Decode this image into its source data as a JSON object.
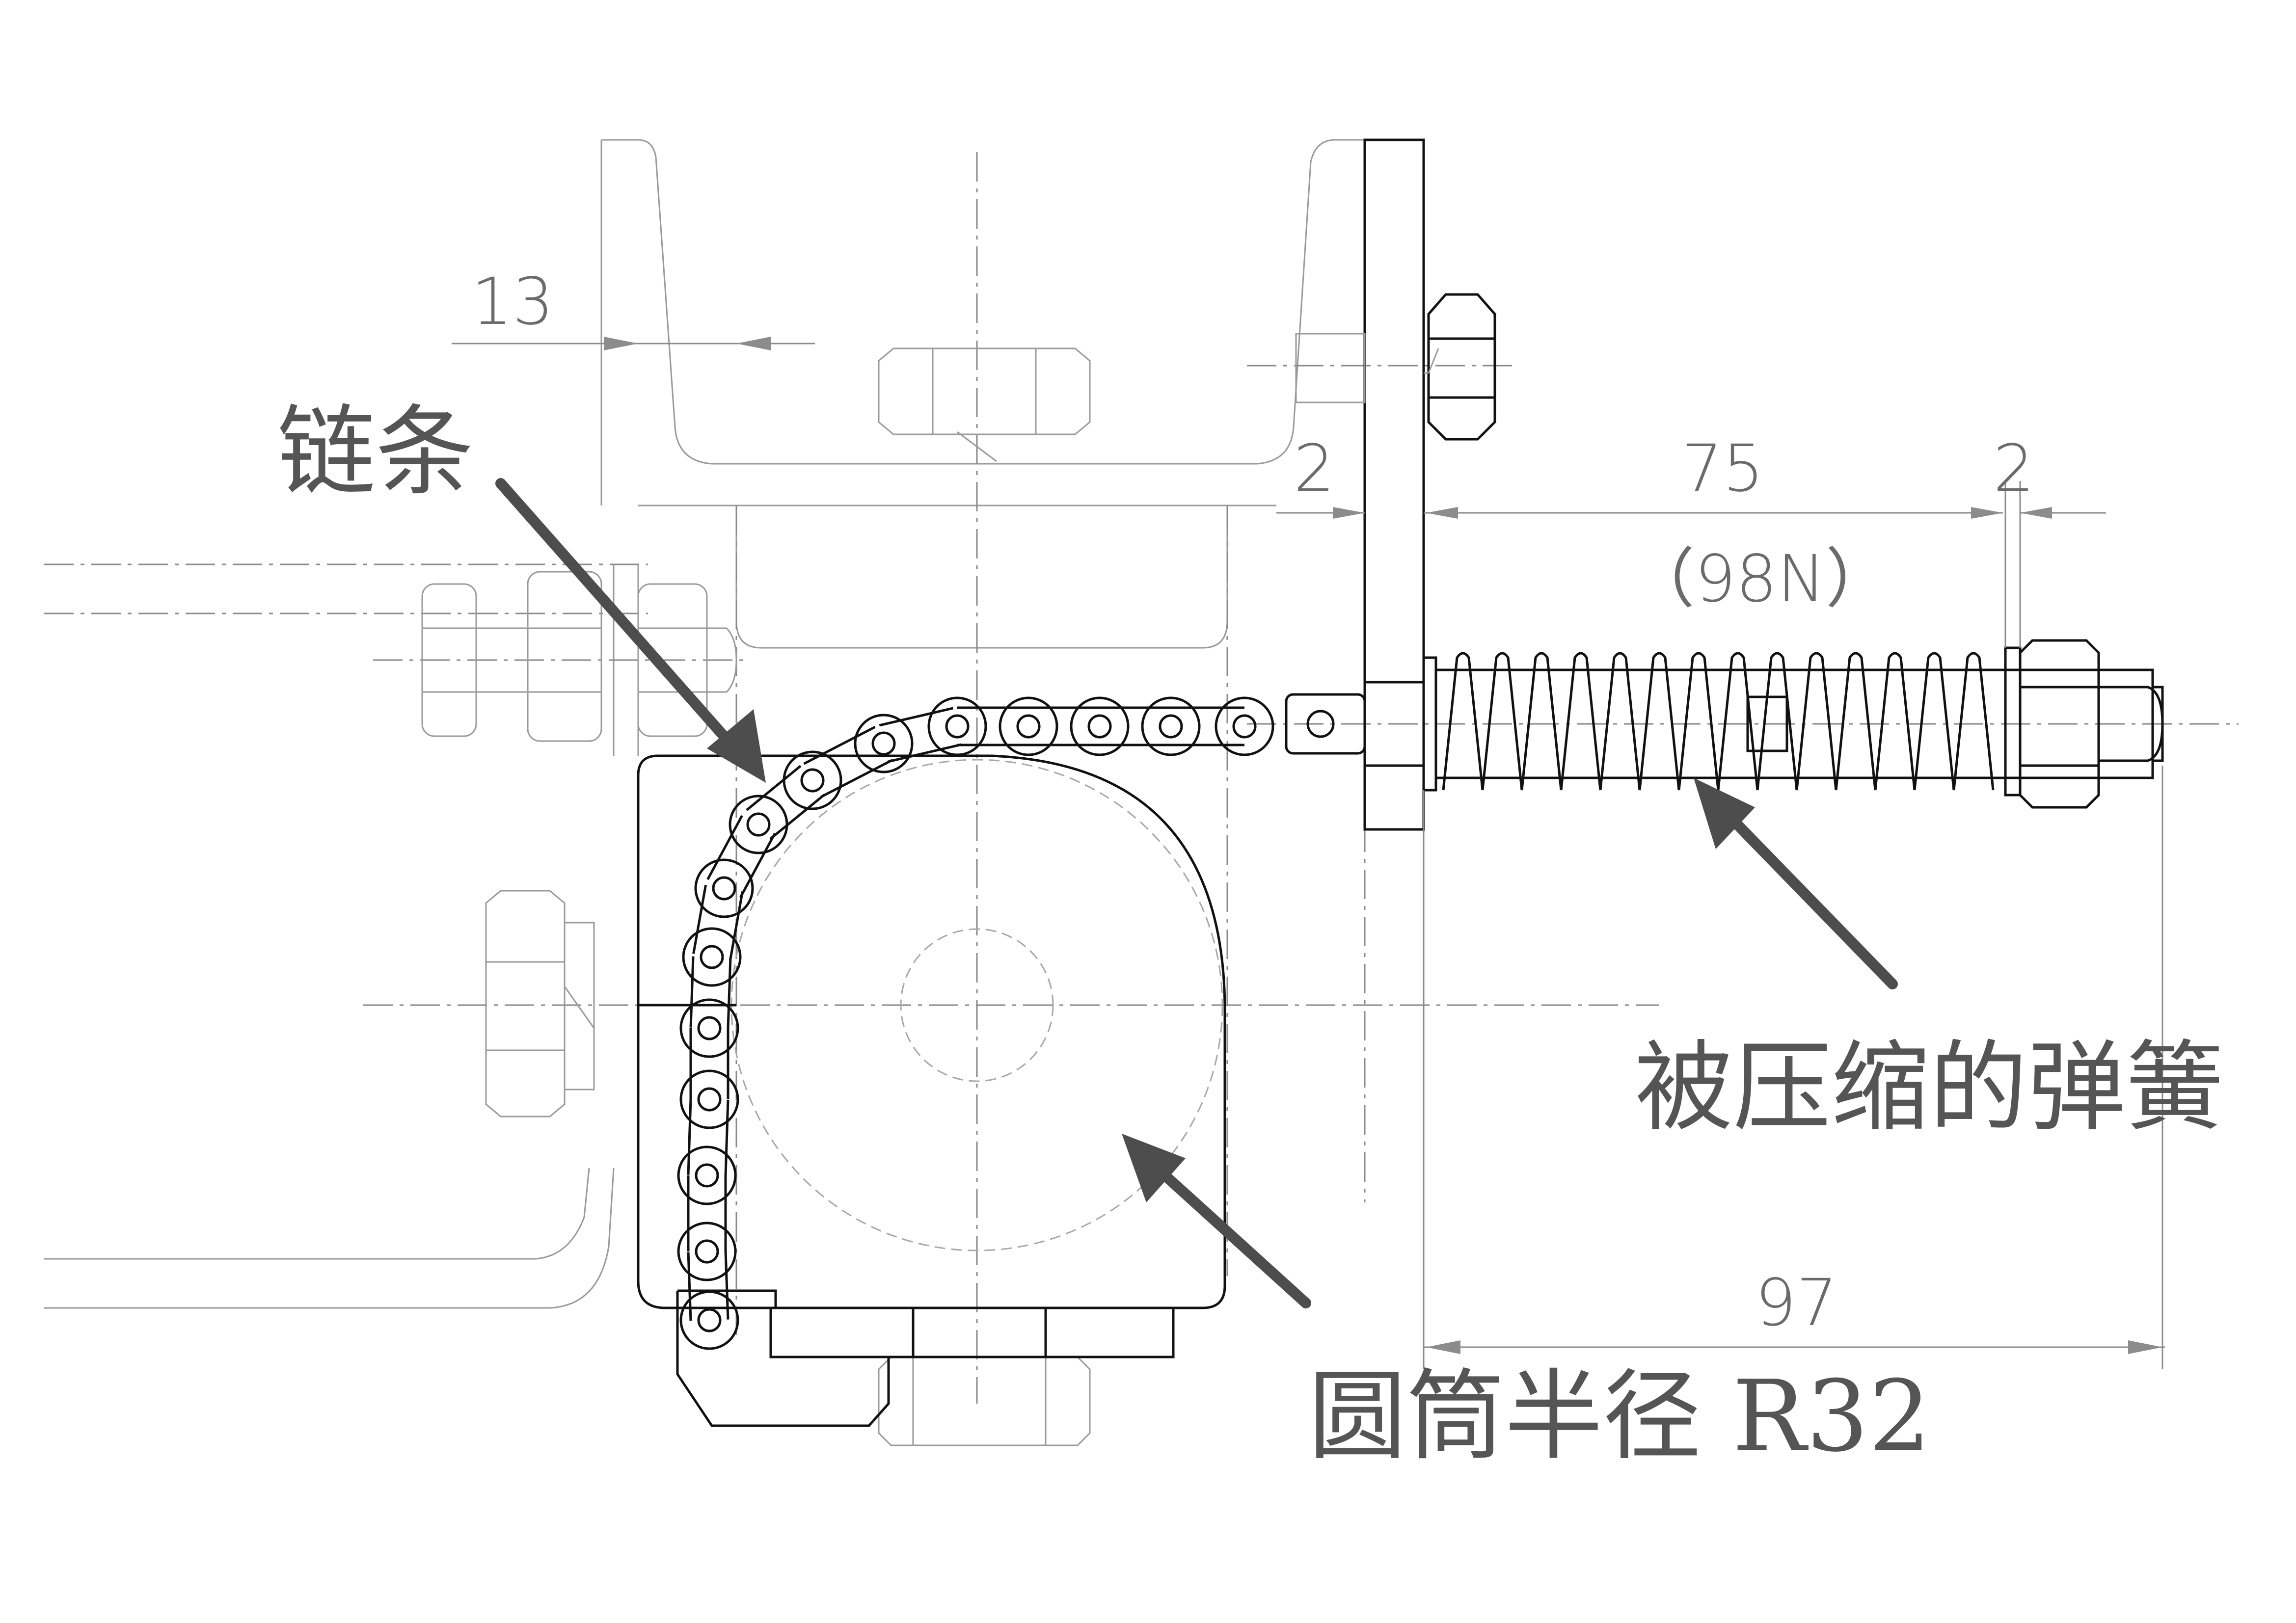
{
  "labels": {
    "chain": "链条",
    "spring": "被压缩的弹簧",
    "drum": "圆筒半径 R32"
  },
  "dimensions": {
    "d13": "13",
    "d2_left": "2",
    "d75": "75",
    "d2_right": "2",
    "force": "（98N）",
    "d97": "97"
  },
  "colors": {
    "label_text": "#555555",
    "arrow": "#4d4d4d",
    "drawing_line": "#111111",
    "construction_line": "#9a9a9a"
  }
}
